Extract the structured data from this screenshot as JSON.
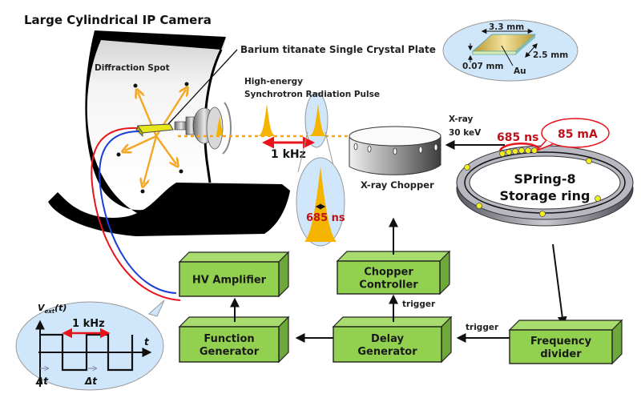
{
  "title": "Large Cylindrical IP Camera",
  "labels": {
    "crystal_plate": "Barium titanate Single Crystal Plate",
    "diffraction_spot": "Diffraction Spot",
    "pulse_line1": "High-energy",
    "pulse_line2": "Synchrotron Radiation Pulse",
    "rep_rate": "1 kHz",
    "pulse_width": "685 ns",
    "chopper": "X-ray  Chopper",
    "xray_line1": "X-ray",
    "xray_line2": "30 keV",
    "bunch_train": "685 ns",
    "current": "85 mA",
    "ring_line1": "SPring-8",
    "ring_line2": "Storage ring",
    "trigger_1": "trigger",
    "trigger_2": "trigger"
  },
  "crystal_inset": {
    "length": "3.3 mm",
    "width": "2.5 mm",
    "thickness": "0.07 mm",
    "electrode": "Au"
  },
  "waveform_inset": {
    "y_label": "V",
    "y_label_sub": "ext",
    "y_label_arg": "(t)",
    "x_label": "t",
    "frequency": "1 kHz",
    "delay_1": "Δt",
    "delay_2": "Δt"
  },
  "boxes": [
    {
      "id": "hv-amplifier",
      "line1": "HV Amplifier",
      "line2": ""
    },
    {
      "id": "function-generator",
      "line1": "Function",
      "line2": "Generator"
    },
    {
      "id": "chopper-controller",
      "line1": "Chopper",
      "line2": "Controller"
    },
    {
      "id": "delay-generator",
      "line1": "Delay",
      "line2": "Generator"
    },
    {
      "id": "frequency-divider",
      "line1": "Frequency",
      "line2": "divider"
    }
  ],
  "colors": {
    "box_fill": "#92d050",
    "box_top": "#a9dc6e",
    "box_side": "#6fa83a",
    "inset_fill": "#cfe6fb",
    "pulse_fill": "#f5b400",
    "beam": "#f5a623",
    "accent_red": "#e8141c",
    "wire_blue": "#1b3fd6",
    "bunch_yellow": "#f2f01a"
  }
}
